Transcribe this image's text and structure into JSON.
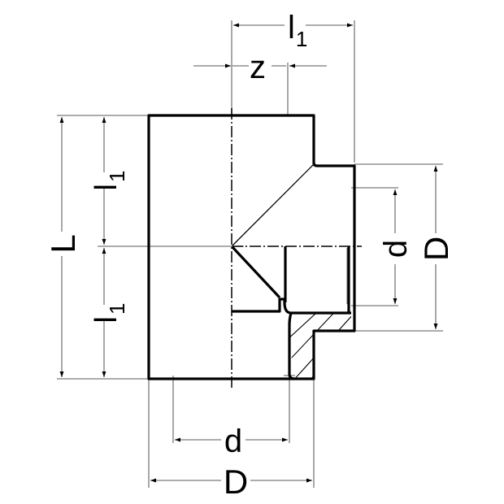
{
  "diagram": {
    "type": "technical-drawing",
    "subject": "equal tee pipe fitting (half section)",
    "colors": {
      "outline": "#000000",
      "dimension_line": "#808080",
      "background": "#ffffff"
    },
    "labels": {
      "top_l1": "l",
      "top_l1_sub": "1",
      "z": "z",
      "left_L": "L",
      "left_upper_l1": "l",
      "left_upper_l1_sub": "1",
      "left_lower_l1": "l",
      "left_lower_l1_sub": "1",
      "right_d": "d",
      "right_D": "D",
      "bottom_d": "d",
      "bottom_D": "D"
    }
  }
}
